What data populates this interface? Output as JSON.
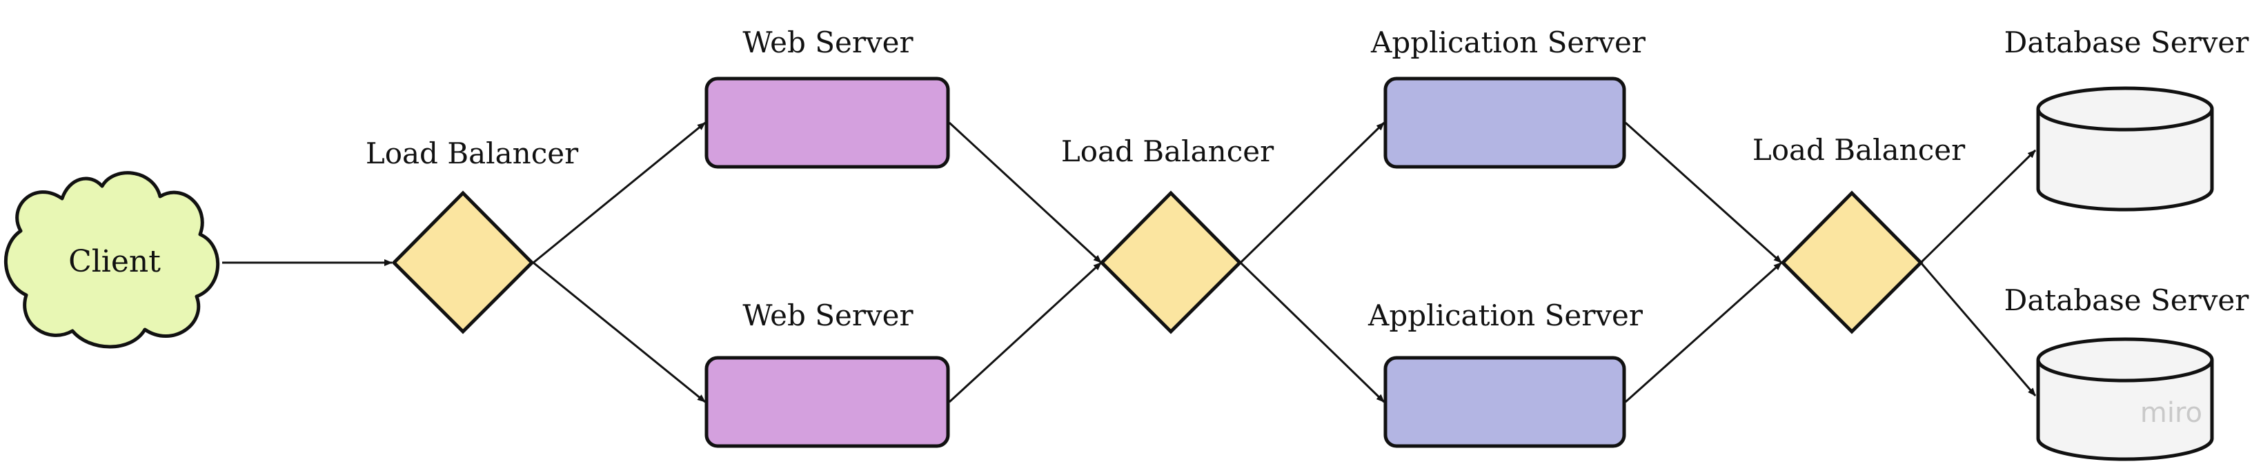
{
  "diagram": {
    "client": {
      "label": "Client",
      "fill": "#e8f7b4"
    },
    "load_balancers": [
      {
        "label": "Load Balancer",
        "fill": "#fbe5a0"
      },
      {
        "label": "Load Balancer",
        "fill": "#fbe5a0"
      },
      {
        "label": "Load Balancer",
        "fill": "#fbe5a0"
      }
    ],
    "web_servers": [
      {
        "label": "Web Server",
        "fill": "#d4a0de"
      },
      {
        "label": "Web Server",
        "fill": "#d4a0de"
      }
    ],
    "app_servers": [
      {
        "label": "Application Server",
        "fill": "#b3b5e3"
      },
      {
        "label": "Application Server",
        "fill": "#b3b5e3"
      }
    ],
    "db_servers": [
      {
        "label": "Database Server",
        "fill": "#f4f4f4"
      },
      {
        "label": "Database Server",
        "fill": "#f4f4f4"
      }
    ],
    "connections": [
      [
        "client",
        "lb1"
      ],
      [
        "lb1",
        "web1"
      ],
      [
        "lb1",
        "web2"
      ],
      [
        "web1",
        "lb2"
      ],
      [
        "web2",
        "lb2"
      ],
      [
        "lb2",
        "app1"
      ],
      [
        "lb2",
        "app2"
      ],
      [
        "app1",
        "lb3"
      ],
      [
        "app2",
        "lb3"
      ],
      [
        "lb3",
        "db1"
      ],
      [
        "lb3",
        "db2"
      ]
    ],
    "stroke_color": "#111111"
  },
  "watermark": {
    "text": "miro"
  }
}
